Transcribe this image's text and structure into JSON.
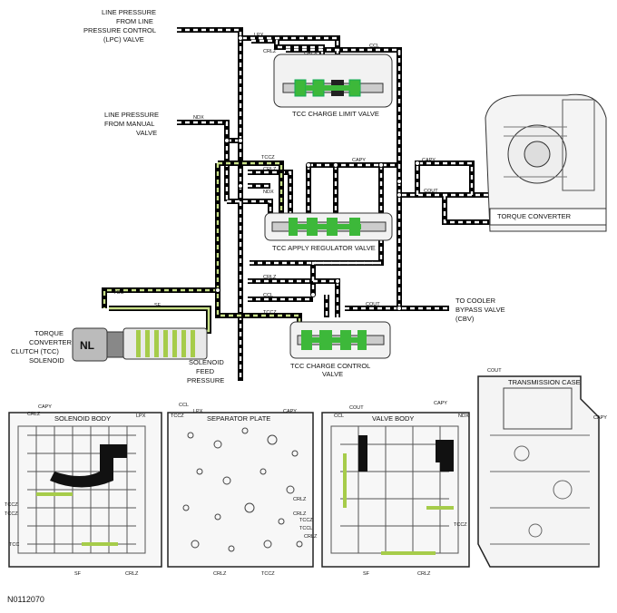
{
  "labels": {
    "line_pressure_lpc": [
      "LINE PRESSURE",
      "FROM LINE",
      "PRESSURE CONTROL",
      "(LPC) VALVE"
    ],
    "line_pressure_manual": [
      "LINE PRESSURE",
      "FROM MANUAL",
      "VALVE"
    ],
    "to_cooler": [
      "TO COOLER",
      "BYPASS VALVE",
      "(CBV)"
    ],
    "tcc_solenoid": [
      "TORQUE",
      "CONVERTER",
      "CLUTCH (TCC)",
      "SOLENOID"
    ],
    "solenoid_feed": [
      "SOLENOID",
      "FEED",
      "PRESSURE"
    ],
    "tcc_charge_control": [
      "TCC CHARGE CONTROL",
      "VALVE"
    ]
  },
  "valves": {
    "charge_limit": "TCC CHARGE LIMIT VALVE",
    "apply_regulator": "TCC APPLY REGULATOR VALVE",
    "torque_converter": "TORQUE CONVERTER"
  },
  "solenoid_tag": "NL",
  "circuits": {
    "lpx": "LPX",
    "ccl": "CCL",
    "crlz": "CRLZ",
    "crlx": "CRLX",
    "ndx": "NDX",
    "tccz": "TCCZ",
    "capy": "CAPY",
    "cout": "COUT",
    "tcc": "TCC",
    "sf": "SF",
    "tccl": "TCCL"
  },
  "panels": {
    "solenoid_body": "SOLENOID BODY",
    "separator_plate": "SEPARATOR PLATE",
    "valve_body": "VALVE BODY",
    "transmission_case": "TRANSMISSION CASE"
  },
  "figure_id": "N0112070",
  "colors": {
    "line": "#000000",
    "apply_green": "#7ac143",
    "valve_green": "#3db83a",
    "solenoid_feed": "#c8e088"
  }
}
